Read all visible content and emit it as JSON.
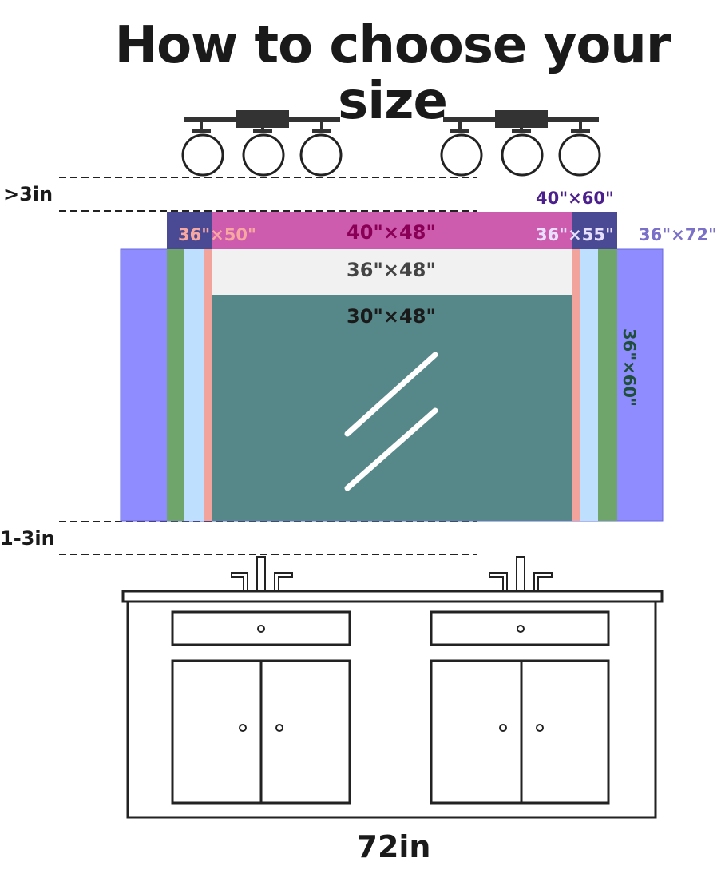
{
  "title": "How to choose your size",
  "gap_labels": {
    "top": ">3in",
    "bottom": "1-3in"
  },
  "width_label": "72in",
  "mirror_sizes": [
    {
      "label": "40\"×60\"",
      "color": "#4B1F8C"
    },
    {
      "label": "36\"×50\"",
      "color": "#F7A8A0"
    },
    {
      "label": "40\"×48\"",
      "color": "#8B0057"
    },
    {
      "label": "36\"×55\"",
      "color": "#E8E0FF"
    },
    {
      "label": "36\"×72\"",
      "color": "#7A70C8"
    },
    {
      "label": "36\"×48\"",
      "color": "#444444"
    },
    {
      "label": "30\"×48\"",
      "color": "#1a1a1a"
    },
    {
      "label": "36\"×60\"",
      "color": "#1F4E3A"
    }
  ],
  "colors": {
    "purple": "#8E8CFF",
    "green": "#6FA56B",
    "light_blue": "#BFDFFF",
    "salmon": "#F2A39B",
    "light_gray": "#F1F1F1",
    "teal": "#568789",
    "magenta": "#CD5CAE",
    "navy": "#4A4A94"
  },
  "icons": [
    "light-fixture-icon",
    "faucet-icon",
    "vanity-cabinet-icon",
    "mirror-glare-icon"
  ]
}
